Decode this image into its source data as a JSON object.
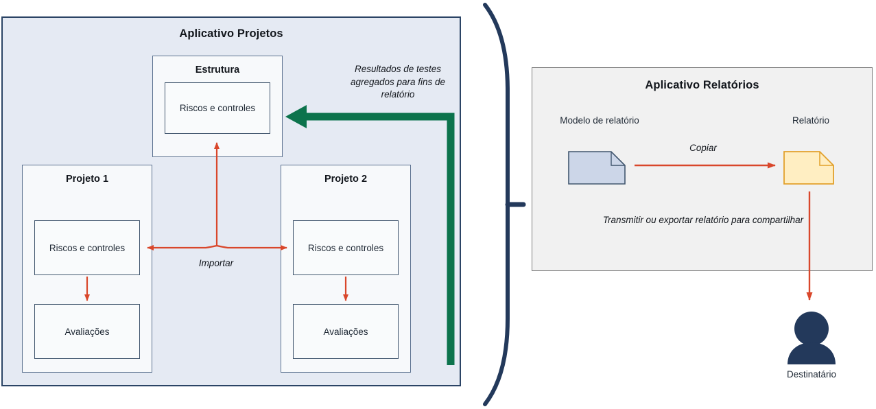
{
  "diagram": {
    "title_left": "Aplicativo Projetos",
    "title_right": "Aplicativo Relatórios",
    "colors": {
      "panel_left_fill": "#e5eaf3",
      "panel_left_border": "#2b4465",
      "panel_right_fill": "#f1f1f1",
      "panel_right_border": "#7c7c7c",
      "box_fill": "#f7f9fb",
      "box_border": "#5b718f",
      "red_arrow": "#d9472b",
      "green_arrow": "#0c734c",
      "brace": "#23395b",
      "person": "#23395b",
      "doc_template_fill": "#ccd6e8",
      "doc_template_border": "#41566e",
      "doc_report_fill": "#ffeec2",
      "doc_report_border": "#e2a02b"
    }
  },
  "projects_app": {
    "title": "Aplicativo Projetos",
    "framework": {
      "label": "Estrutura",
      "inner": "Riscos e controles"
    },
    "projects": [
      {
        "label": "Projeto 1",
        "risks": "Riscos e controles",
        "assessments": "Avaliações"
      },
      {
        "label": "Projeto 2",
        "risks": "Riscos e controles",
        "assessments": "Avaliações"
      }
    ],
    "annotations": {
      "import": "Importar",
      "aggregated_results": "Resultados de testes agregados para fins de relatório"
    }
  },
  "reports_app": {
    "title": "Aplicativo Relatórios",
    "template_label": "Modelo de relatório",
    "report_label": "Relatório",
    "recipient_label": "Destinatário",
    "annotations": {
      "copy": "Copiar",
      "share": "Transmitir ou exportar relatório para compartilhar"
    }
  }
}
